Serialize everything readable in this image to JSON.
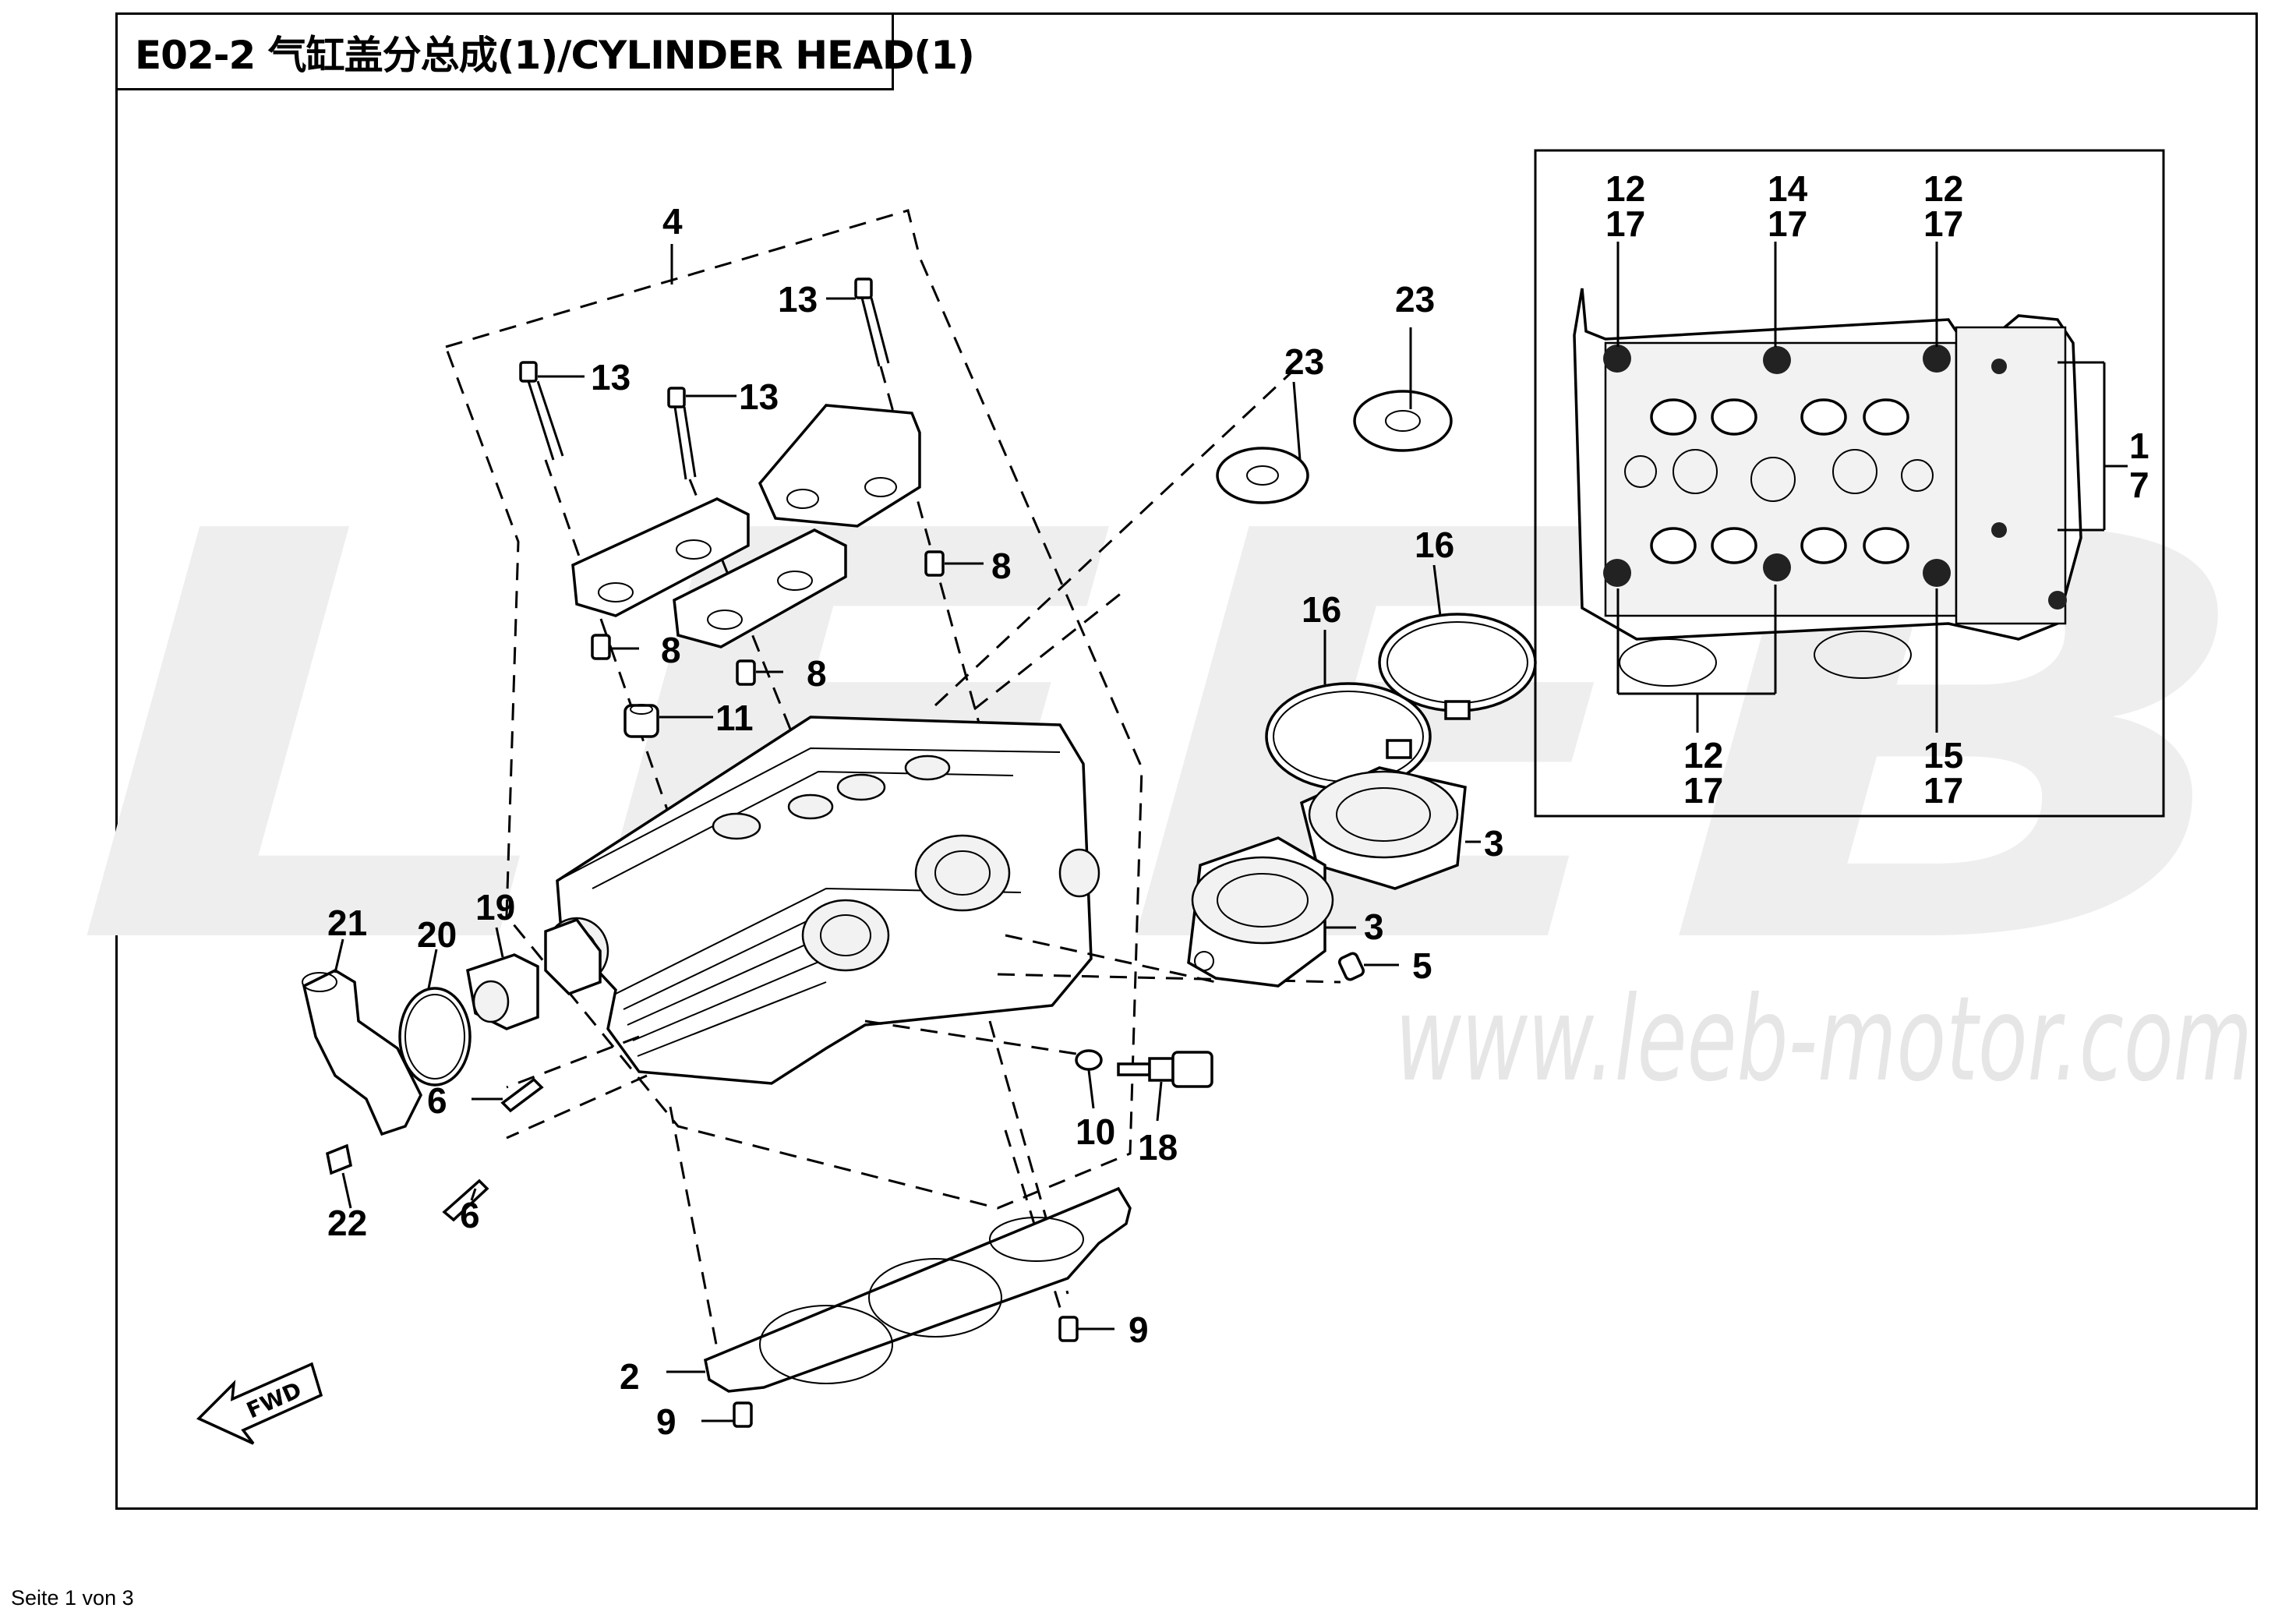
{
  "title": "E02-2 气缸盖分总成(1)/CYLINDER HEAD(1)",
  "watermark": {
    "logo_text": "LEEB",
    "url_text": "www.leeb-motor.com",
    "color": "#ececec"
  },
  "fwd_label": "FWD",
  "footer": "Seite 1 von 3",
  "callouts": {
    "c4": "4",
    "c13a": "13",
    "c13b": "13",
    "c13c": "13",
    "c8a": "8",
    "c8b": "8",
    "c8c": "8",
    "c11": "11",
    "c23a": "23",
    "c23b": "23",
    "c16a": "16",
    "c16b": "16",
    "c3a": "3",
    "c3b": "3",
    "c5": "5",
    "c19": "19",
    "c20": "20",
    "c21": "21",
    "c6a": "6",
    "c6b": "6",
    "c22": "22",
    "c10": "10",
    "c18": "18",
    "c9a": "9",
    "c9b": "9",
    "c2": "2"
  },
  "inset": {
    "top_labels": [
      {
        "a": "12",
        "b": "17"
      },
      {
        "a": "14",
        "b": "17"
      },
      {
        "a": "12",
        "b": "17"
      }
    ],
    "side_labels": {
      "a": "1",
      "b": "7"
    },
    "bottom_labels": [
      {
        "a": "12",
        "b": "17"
      },
      {
        "a": "15",
        "b": "17"
      }
    ]
  },
  "icons": {
    "fwd_arrow": "fwd-arrow-icon"
  }
}
